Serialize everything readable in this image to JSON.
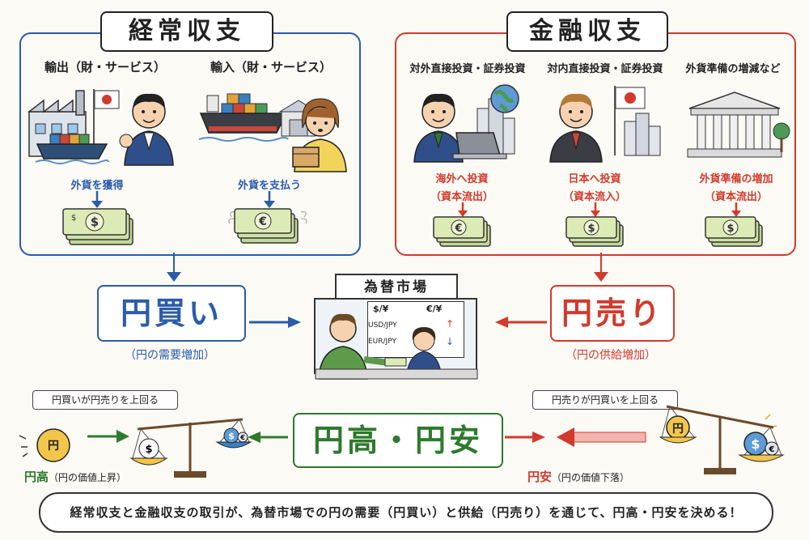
{
  "current_account": {
    "title": "経常収支",
    "export_label": "輸出（財・サービス）",
    "import_label": "輸入（財・サービス）",
    "export_result": "外貨を獲得",
    "import_result": "外貨を支払う"
  },
  "financial_account": {
    "title": "金融収支",
    "col1_label": "対外直接投資・証券投資",
    "col2_label": "対内直接投資・証券投資",
    "col3_label": "外貨準備の増減など",
    "col1_result": "海外へ投資",
    "col1_sub": "（資本流出）",
    "col2_result": "日本へ投資",
    "col2_sub": "（資本流入）",
    "col3_result": "外貨準備の増加",
    "col3_sub": "（資本流出）"
  },
  "yen_buy": {
    "label": "円買い",
    "sub": "（円の需要増加）"
  },
  "yen_sell": {
    "label": "円売り",
    "sub": "（円の供給増加）"
  },
  "market": {
    "title": "為替市場",
    "header_usd": "$/¥",
    "header_eur": "€/¥",
    "row1": "USD/JPY",
    "row2": "EUR/JPY"
  },
  "result": {
    "center": "円高・円安",
    "left_note": "円買いが円売りを上回る",
    "right_note": "円売りが円買いを上回る",
    "left_coin": "円",
    "right_coin": "円",
    "yen_strong": "円高",
    "yen_strong_sub": "（円の価値上昇）",
    "yen_weak": "円安",
    "yen_weak_sub": "（円の価値下落）"
  },
  "summary": "経常収支と金融収支の取引が、為替市場での円の需要（円買い）と供給（円売り）を通じて、円高・円安を決める！",
  "colors": {
    "blue": "#2a5caa",
    "red": "#d23a2c",
    "green": "#2d7a2d"
  },
  "icons": [
    "factory-icon",
    "japan-flag-icon",
    "ship-icon",
    "businessman-icon",
    "woman-box-icon",
    "dollar-bills-icon",
    "euro-bills-icon",
    "globe-icon",
    "laptop-icon",
    "bank-building-icon",
    "scale-icon",
    "yen-coin-icon"
  ]
}
